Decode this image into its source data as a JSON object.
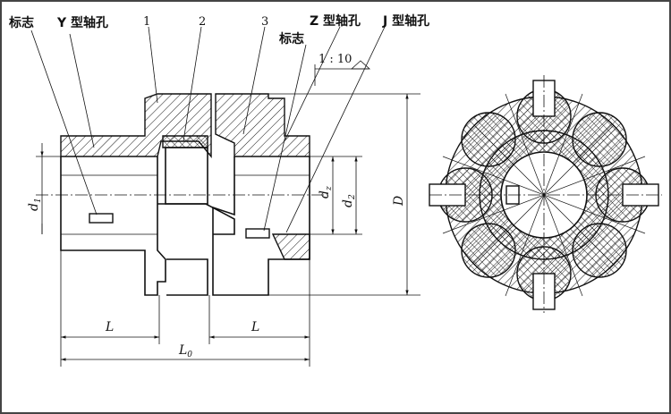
{
  "labels": {
    "mark_left": "标志",
    "y_bore": "Y 型轴孔",
    "z_bore": "Z 型轴孔",
    "j_bore": "J 型轴孔",
    "mark_right": "标志",
    "part_1": "1",
    "part_2": "2",
    "part_3": "3",
    "taper": "1 : 10",
    "d1": "d",
    "d1_sub": "1",
    "d2": "d",
    "d2_sub": "2",
    "dz": "d",
    "dz_sub": "z",
    "D": "D",
    "L_left": "L",
    "L_right": "L",
    "L0": "L",
    "L0_sub": "0"
  }
}
